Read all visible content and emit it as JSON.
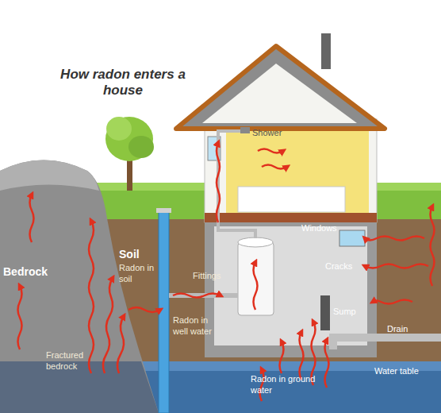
{
  "diagram": {
    "title": "How radon enters a house",
    "labels": [
      "Shower",
      "Soil",
      "Bedrock",
      "Radon in soil",
      "Fittings",
      "Windows",
      "Cracks",
      "Sump",
      "Radon in well water",
      "Drain",
      "Fractured bedrock",
      "Water table",
      "Radon in ground water"
    ]
  }
}
